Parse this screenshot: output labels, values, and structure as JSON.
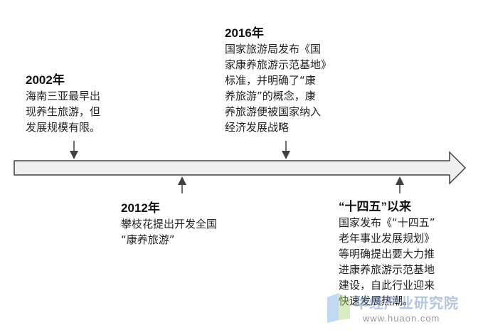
{
  "timeline": {
    "events": [
      {
        "year": "2002年",
        "description": "海南三亚最早出\n现养生旅游，但\n发展规模有限。"
      },
      {
        "year": "2012年",
        "description": "攀枝花提出开发全国\n“康养旅游”"
      },
      {
        "year": "2016年",
        "description": "国家旅游局发布《国\n家康养旅游示范基地》\n标准，并明确了“康\n养旅游”的概念，康\n养旅游便被国家纳入\n经济发展战略"
      },
      {
        "year": "“十四五”以来",
        "description": "国家发布《“十四五”\n老年事业发展规划》\n等明确提出要大力推\n进康养旅游示范基地\n建设，自此行业迎来\n快速发展热潮。"
      }
    ]
  },
  "watermark": {
    "name": "华经产业研究院",
    "url": "www.huaon.com"
  },
  "colors": {
    "arrow_fill": "#efefef",
    "arrow_stroke": "#404040",
    "marker": "#404040"
  }
}
